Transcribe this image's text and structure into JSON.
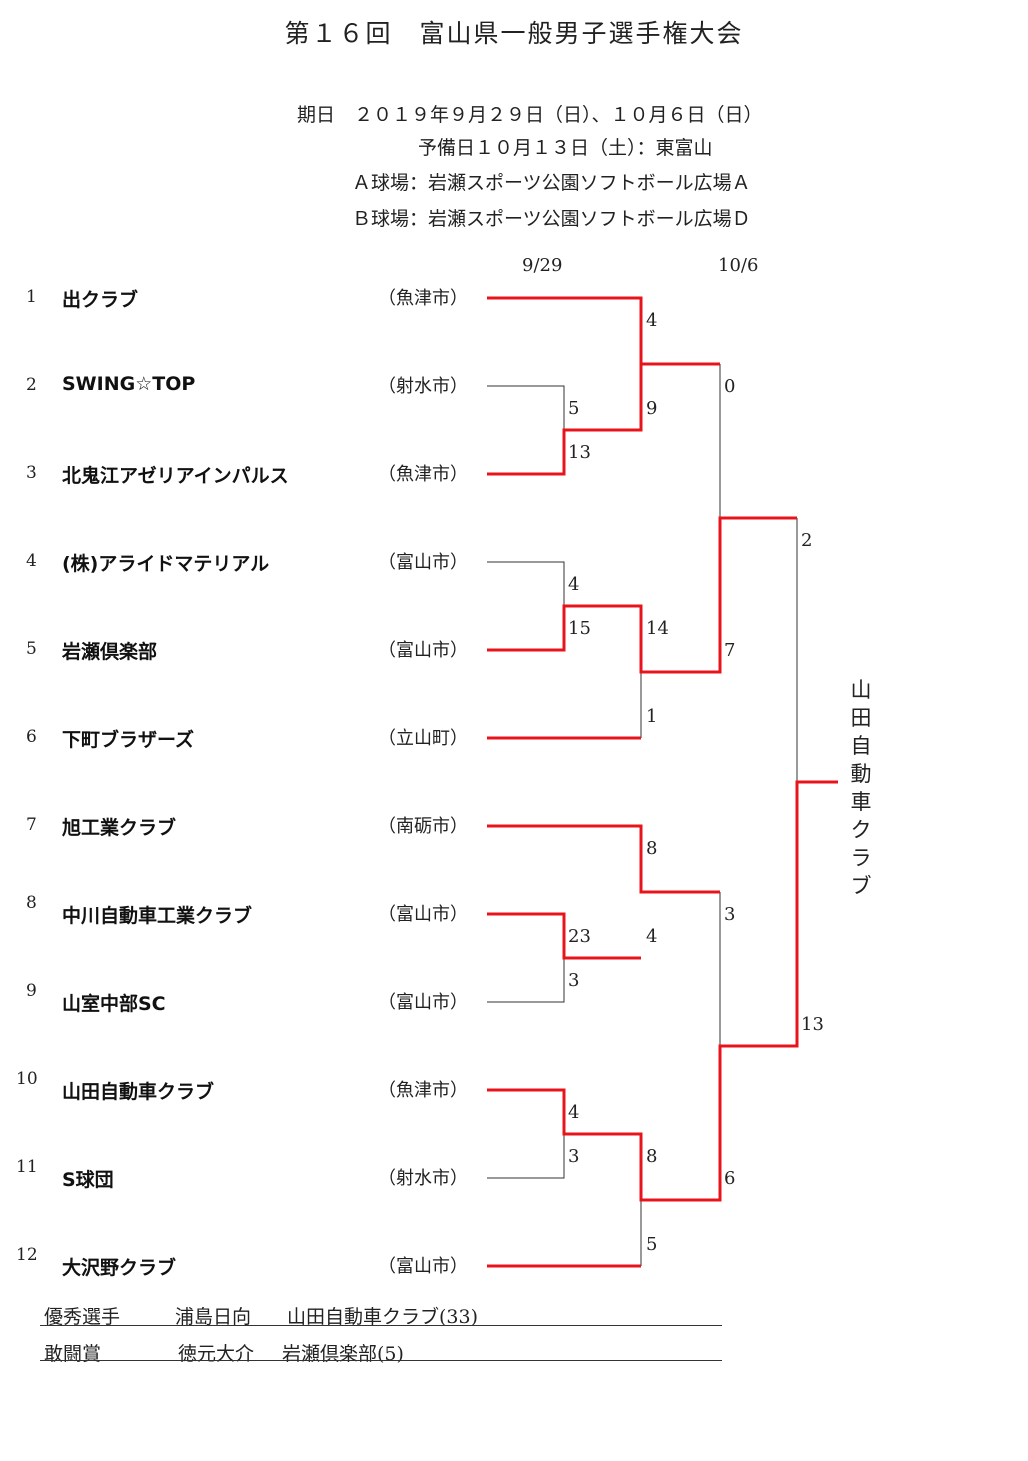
{
  "title": "第１６回　富山県一般男子選手権大会",
  "info": {
    "period": "期日　２０１９年９月２９日（日）、１０月６日（日）",
    "reserve": "予備日１０月１３日（土）：東富山",
    "venue_a": "Ａ球場：岩瀬スポーツ公園ソフトボール広場Ａ",
    "venue_b": "Ｂ球場：岩瀬スポーツ公園ソフトボール広場Ｄ"
  },
  "rounds": [
    "9/29",
    "10/6"
  ],
  "teams": [
    {
      "seed": "1",
      "name": "出クラブ",
      "city": "（魚津市）"
    },
    {
      "seed": "2",
      "name": "SWING☆TOP",
      "city": "（射水市）"
    },
    {
      "seed": "3",
      "name": "北鬼江アゼリアインパルス",
      "city": "（魚津市）"
    },
    {
      "seed": "4",
      "name": "(株)アライドマテリアル",
      "city": "（富山市）"
    },
    {
      "seed": "5",
      "name": "岩瀬倶楽部",
      "city": "（富山市）"
    },
    {
      "seed": "6",
      "name": "下町ブラザーズ",
      "city": "（立山町）"
    },
    {
      "seed": "7",
      "name": "旭工業クラブ",
      "city": "（南砺市）"
    },
    {
      "seed": "8",
      "name": "中川自動車工業クラブ",
      "city": "（富山市）"
    },
    {
      "seed": "9",
      "name": "山室中部SC",
      "city": "（富山市）"
    },
    {
      "seed": "10",
      "name": "山田自動車クラブ",
      "city": "（魚津市）"
    },
    {
      "seed": "11",
      "name": "S球団",
      "city": "（射水市）"
    },
    {
      "seed": "12",
      "name": "大沢野クラブ",
      "city": "（富山市）"
    }
  ],
  "scores": [
    {
      "id": "r1a-top",
      "value": "5"
    },
    {
      "id": "r1a-bot",
      "value": "13"
    },
    {
      "id": "r1b-top",
      "value": "4"
    },
    {
      "id": "r1b-bot",
      "value": "15"
    },
    {
      "id": "r1c-top",
      "value": "23"
    },
    {
      "id": "r1c-bot",
      "value": "3"
    },
    {
      "id": "r1d-top",
      "value": "4"
    },
    {
      "id": "r1d-bot",
      "value": "3"
    },
    {
      "id": "r2a-top",
      "value": "4"
    },
    {
      "id": "r2a-bot",
      "value": "9"
    },
    {
      "id": "r2b-top",
      "value": "14"
    },
    {
      "id": "r2b-bot",
      "value": "1"
    },
    {
      "id": "r2c-top",
      "value": "8"
    },
    {
      "id": "r2c-bot",
      "value": "4"
    },
    {
      "id": "r2d-top",
      "value": "8"
    },
    {
      "id": "r2d-bot",
      "value": "5"
    },
    {
      "id": "sfa-top",
      "value": "0"
    },
    {
      "id": "sfa-bot",
      "value": "7"
    },
    {
      "id": "sfb-top",
      "value": "3"
    },
    {
      "id": "sfb-bot",
      "value": "6"
    },
    {
      "id": "final-top",
      "value": "2"
    },
    {
      "id": "final-bot",
      "value": "13"
    }
  ],
  "champion": [
    "山",
    "田",
    "自",
    "動",
    "車",
    "ク",
    "ラ",
    "ブ"
  ],
  "awards": [
    {
      "label": "優秀選手",
      "player": "浦島日向",
      "team": "山田自動車クラブ(33)"
    },
    {
      "label": "敢闘賞",
      "player": "徳元大介",
      "team": "岩瀬倶楽部(5)"
    }
  ],
  "colors": {
    "winner_line": "#e8141b",
    "loser_line": "#333333"
  }
}
